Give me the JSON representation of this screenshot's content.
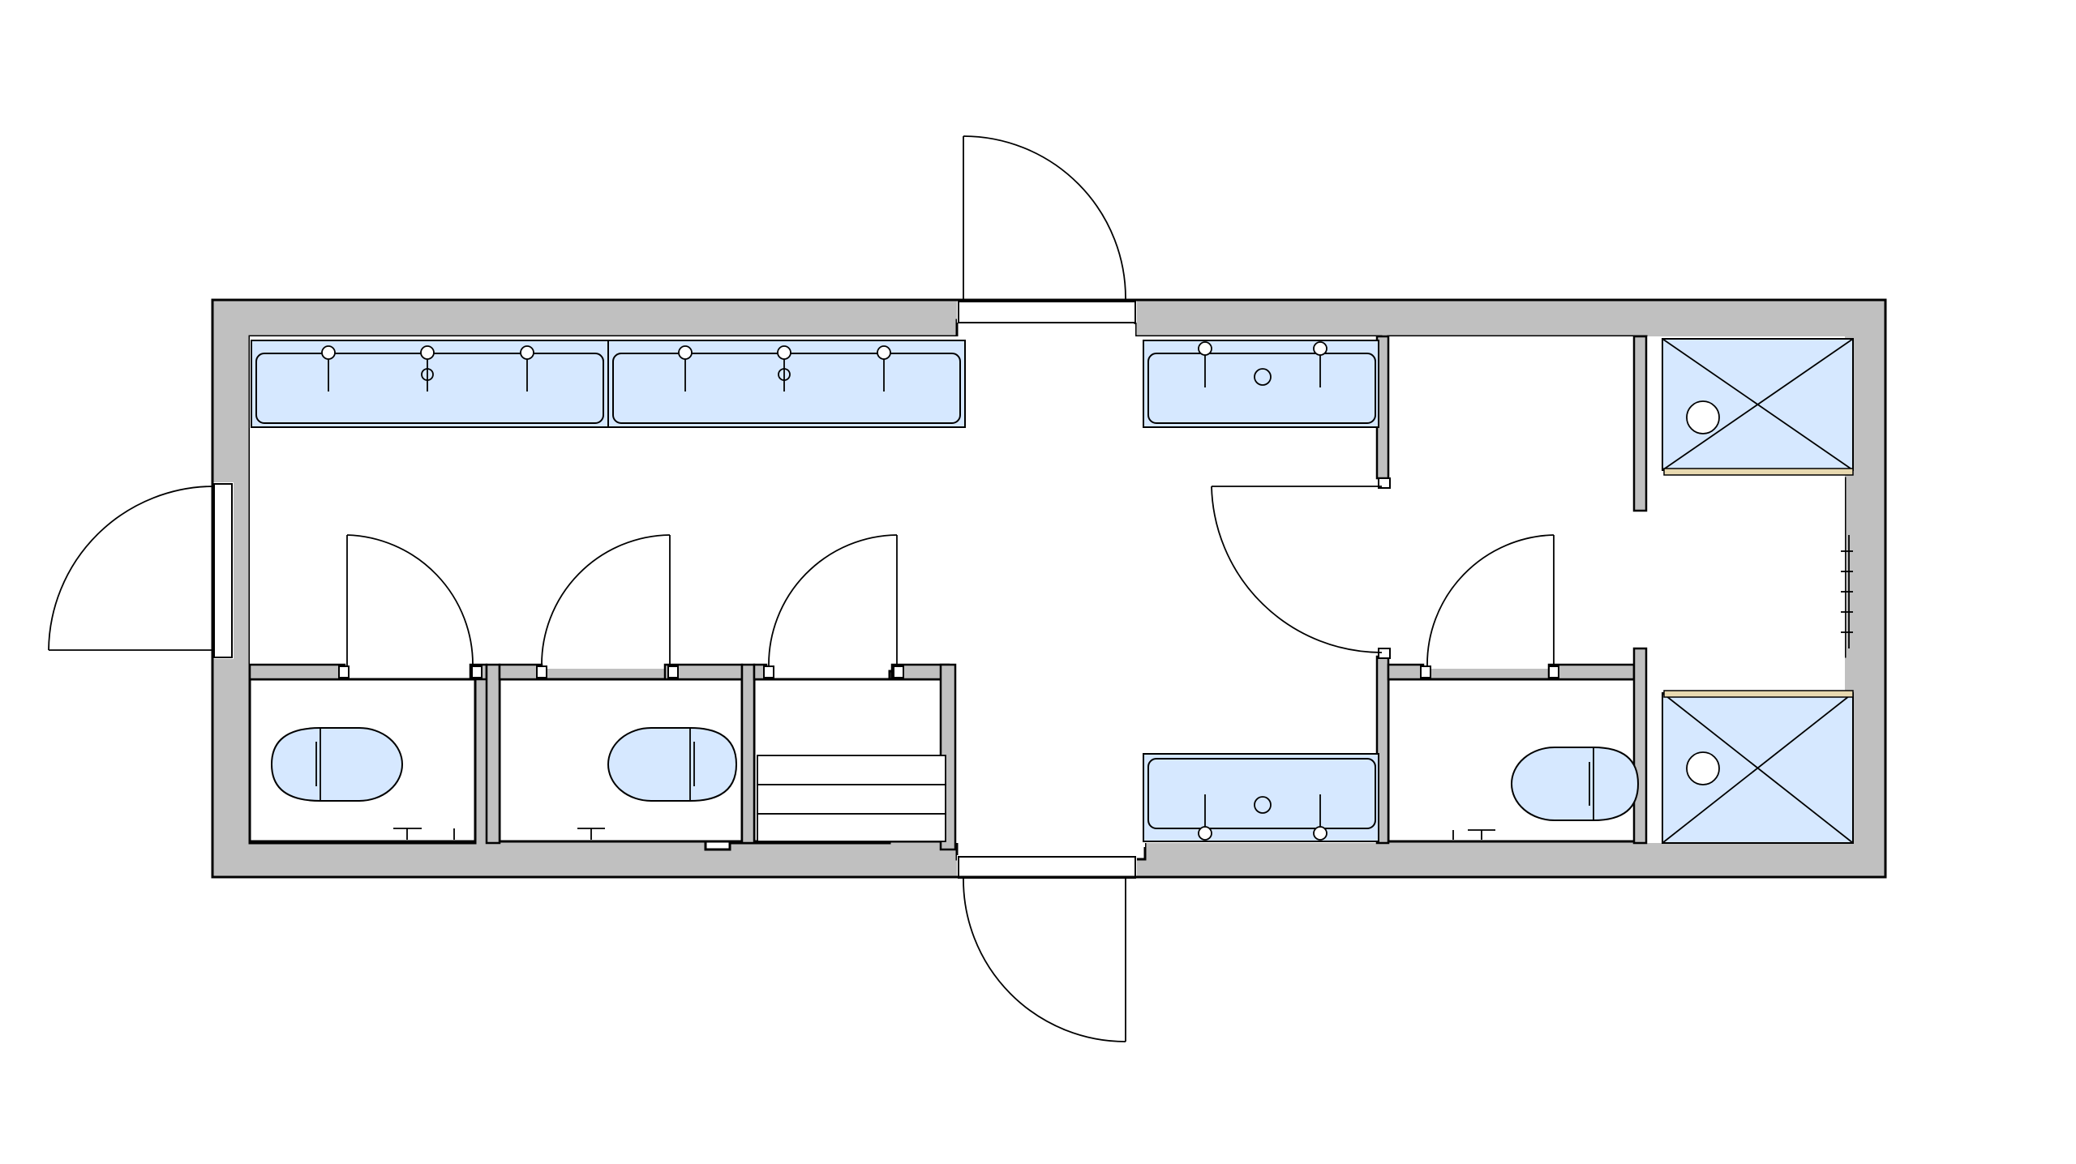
{
  "colors": {
    "background": "#ffffff",
    "wall_fill": "#c0c0c0",
    "line": "#000000",
    "fixture_fill": "#d6e8ff",
    "shower_rail": "#e8d9b0"
  },
  "fixtures": {
    "toilets": 3,
    "wash_troughs": 4,
    "shower_trays": 2,
    "bench_shelves": 3
  },
  "doors": {
    "exterior": 3,
    "interior": 5
  }
}
